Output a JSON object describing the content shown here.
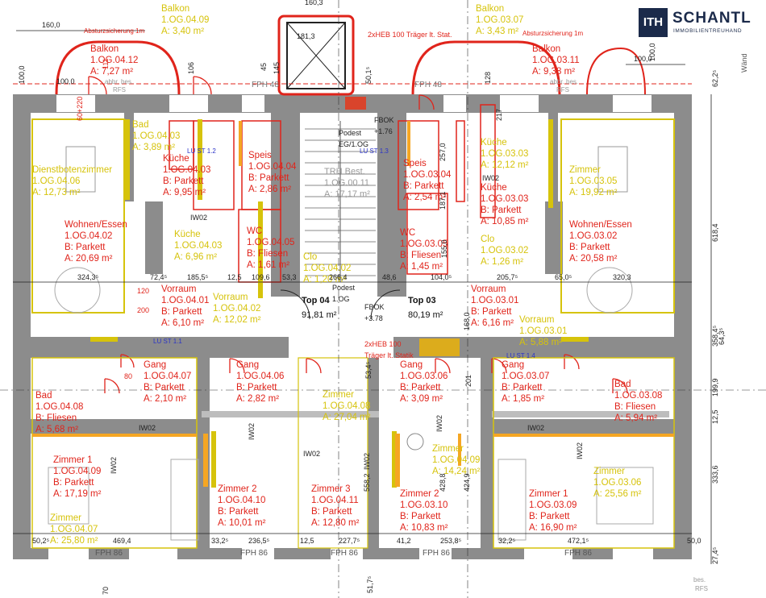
{
  "logo": {
    "mark": "ITH",
    "brand": "SCHANTL",
    "sub": "IMMOBILIENTREUHAND"
  },
  "colors": {
    "red": "#e0241b",
    "yellow": "#d6c30b",
    "wall": "#8c8c8c",
    "blue": "#2a33c8",
    "orange": "#f5a623"
  },
  "units": [
    {
      "name": "Top 04",
      "area": "91,81 m²"
    },
    {
      "name": "Top 03",
      "area": "80,19 m²"
    }
  ],
  "rooms_top04": [
    {
      "lines": [
        "Balkon",
        "1.OG.04.12",
        "A: 7,27 m²"
      ],
      "color": "red"
    },
    {
      "lines": [
        "Balkon",
        "1.OG.04.09",
        "A: 3,40 m²"
      ],
      "color": "yellow"
    },
    {
      "lines": [
        "Bad",
        "1.OG.04.03",
        "A: 3,89 m²"
      ],
      "color": "yellow"
    },
    {
      "lines": [
        "Küche",
        "1.OG.04.03",
        "B: Parkett",
        "A: 9,95 m²"
      ],
      "color": "red"
    },
    {
      "lines": [
        "Dienstbotenzimmer",
        "1.OG.04.06",
        "A: 12,73 m²"
      ],
      "color": "yellow"
    },
    {
      "lines": [
        "Speis",
        "1.OG.04.04",
        "B: Parkett",
        "A: 2,86 m²"
      ],
      "color": "red"
    },
    {
      "lines": [
        "Wohnen/Essen",
        "1.OG.04.02",
        "B: Parkett",
        "A: 20,69 m²"
      ],
      "color": "red"
    },
    {
      "lines": [
        "Küche",
        "1.OG.04.03",
        "A: 6,96 m²"
      ],
      "color": "yellow"
    },
    {
      "lines": [
        "WC",
        "1.OG.04.05",
        "B: Fliesen",
        "A: 1,61 m²"
      ],
      "color": "red"
    },
    {
      "lines": [
        "Clo",
        "1.OG.04.02",
        "A: 1,20 m²"
      ],
      "color": "yellow"
    },
    {
      "lines": [
        "Vorraum",
        "1.OG.04.01",
        "B: Parkett",
        "A: 6,10 m²"
      ],
      "color": "red"
    },
    {
      "lines": [
        "Vorraum",
        "1.OG.04.02",
        "A: 12,02 m²"
      ],
      "color": "yellow"
    },
    {
      "lines": [
        "Gang",
        "1.OG.04.07",
        "B: Parkett",
        "A: 2,10 m²"
      ],
      "color": "red"
    },
    {
      "lines": [
        "Gang",
        "1.OG.04.06",
        "B: Parkett",
        "A: 2,82 m²"
      ],
      "color": "red"
    },
    {
      "lines": [
        "Bad",
        "1.OG.04.08",
        "B: Fliesen",
        "A: 5,68 m²"
      ],
      "color": "red"
    },
    {
      "lines": [
        "Zimmer",
        "1.OG.04.08",
        "A: 27,04 m²"
      ],
      "color": "yellow"
    },
    {
      "lines": [
        "Zimmer 1",
        "1.OG.04.09",
        "B: Parkett",
        "A: 17,19 m²"
      ],
      "color": "red"
    },
    {
      "lines": [
        "Zimmer",
        "1.OG.04.07",
        "A: 25,80 m²"
      ],
      "color": "yellow"
    },
    {
      "lines": [
        "Zimmer 2",
        "1.OG.04.10",
        "B: Parkett",
        "A: 10,01 m²"
      ],
      "color": "red"
    },
    {
      "lines": [
        "Zimmer 3",
        "1.OG.04.11",
        "B: Parkett",
        "A: 12,80 m²"
      ],
      "color": "red"
    }
  ],
  "rooms_top03": [
    {
      "lines": [
        "Balkon",
        "1.OG.03.07",
        "A: 3,43 m²"
      ],
      "color": "yellow"
    },
    {
      "lines": [
        "Balkon",
        "1.OG.03.11",
        "A: 9,38 m²"
      ],
      "color": "red"
    },
    {
      "lines": [
        "Küche",
        "1.OG.03.03",
        "A: 12,12 m²"
      ],
      "color": "yellow"
    },
    {
      "lines": [
        "Speis",
        "1.OG.03.04",
        "B: Parkett",
        "A: 2,54 m²"
      ],
      "color": "red"
    },
    {
      "lines": [
        "Küche",
        "1.OG.03.03",
        "B: Parkett",
        "A: 10,85 m²"
      ],
      "color": "red"
    },
    {
      "lines": [
        "Zimmer",
        "1.OG.03.05",
        "A: 19,92 m²"
      ],
      "color": "yellow"
    },
    {
      "lines": [
        "Wohnen/Essen",
        "1.OG.03.02",
        "B: Parkett",
        "A: 20,58 m²"
      ],
      "color": "red"
    },
    {
      "lines": [
        "WC",
        "1.OG.03.05",
        "B: Fliesen",
        "A: 1,45 m²"
      ],
      "color": "red"
    },
    {
      "lines": [
        "Clo",
        "1.OG.03.02",
        "A: 1,26 m²"
      ],
      "color": "yellow"
    },
    {
      "lines": [
        "Vorraum",
        "1.OG.03.01",
        "B: Parkett",
        "A: 6,16 m²"
      ],
      "color": "red"
    },
    {
      "lines": [
        "Vorraum",
        "1.OG.03.01",
        "A: 5,88 m²"
      ],
      "color": "yellow"
    },
    {
      "lines": [
        "Gang",
        "1.OG.03.06",
        "B: Parkett",
        "A: 3,09 m²"
      ],
      "color": "red"
    },
    {
      "lines": [
        "Gang",
        "1.OG.03.07",
        "B: Parkett",
        "A: 1,85 m²"
      ],
      "color": "red"
    },
    {
      "lines": [
        "Bad",
        "1.OG.03.08",
        "B: Fliesen",
        "A: 5,94 m²"
      ],
      "color": "red"
    },
    {
      "lines": [
        "Zimmer",
        "1.OG.04.09",
        "A: 14,24 m²"
      ],
      "color": "yellow"
    },
    {
      "lines": [
        "Zimmer",
        "1.OG.03.06",
        "A: 25,56 m²"
      ],
      "color": "yellow"
    },
    {
      "lines": [
        "Zimmer 2",
        "1.OG.03.10",
        "B: Parkett",
        "A: 10,83 m²"
      ],
      "color": "red"
    },
    {
      "lines": [
        "Zimmer 1",
        "1.OG.03.09",
        "B: Parkett",
        "A: 16,90 m²"
      ],
      "color": "red"
    }
  ],
  "stair": {
    "trh": [
      "TRH Best.",
      "1.OG.00.11",
      "A: 17,17 m²"
    ],
    "podest_top": [
      "Podest",
      "EG/1.OG"
    ],
    "podest_mid": [
      "Podest",
      "1.OG"
    ],
    "fbok_top": [
      "FBOK",
      "+1.76"
    ],
    "fbok_mid": [
      "FBOK",
      "+3.78"
    ],
    "steel_top": "2xHEB 100 Träger lt. Stat.",
    "steel_mid": [
      "2xHEB 100",
      "Träger lt. Statik"
    ]
  },
  "notes": {
    "absturz": "Absturzsicherung 1m",
    "fph_top": [
      "FPH 48",
      "FPH 48"
    ],
    "fph_bottom": [
      "FPH 86",
      "FPH 86",
      "FPH 86",
      "FPH 86",
      "FPH 86"
    ],
    "iw": [
      "IW02",
      "IW02",
      "IW02",
      "IW02",
      "IW02",
      "IW02",
      "IW02",
      "IW02",
      "IW02",
      "IW02"
    ],
    "lu": [
      "LU ST 1.2",
      "LU ST 1.3",
      "LU ST 1.1",
      "LU ST 1.4"
    ],
    "abbr": [
      "abbr. bes.",
      "RFS"
    ],
    "bes": [
      "bes.",
      "RFS"
    ],
    "wand": "Wänd"
  },
  "dims_top": [
    "160,0",
    "100,0",
    "100,0",
    "160,3",
    "181,3",
    "100,0",
    "100,0"
  ],
  "dims_row1": [
    "324,3⁵",
    "72,4⁵",
    "185,5⁵",
    "12,5",
    "109,6",
    "53,3",
    "266,4",
    "48,6",
    "104,0⁵",
    "205,7⁵",
    "65,0⁵",
    "320,3"
  ],
  "dims_bottom": [
    "50,2⁵",
    "469,4",
    "33,2⁵",
    "236,5⁵",
    "12,5",
    "227,7⁵",
    "41,2",
    "253,8⁵",
    "32,2⁵",
    "472,1⁵",
    "50,0"
  ],
  "dims_right": [
    "618,4",
    "358,4⁵",
    "64,3⁵",
    "199,9",
    "12,5",
    "333,6",
    "62,2⁵",
    "27,4⁵"
  ],
  "dims_misc": [
    "200",
    "120",
    "80",
    "60+220",
    "111",
    "106",
    "128",
    "217",
    "145",
    "45",
    "257,0",
    "187,1",
    "155,0",
    "50,1⁵",
    "53,4⁵",
    "558,2",
    "51,7⁵",
    "428,8",
    "424,9",
    "201",
    "168,0",
    "70"
  ]
}
